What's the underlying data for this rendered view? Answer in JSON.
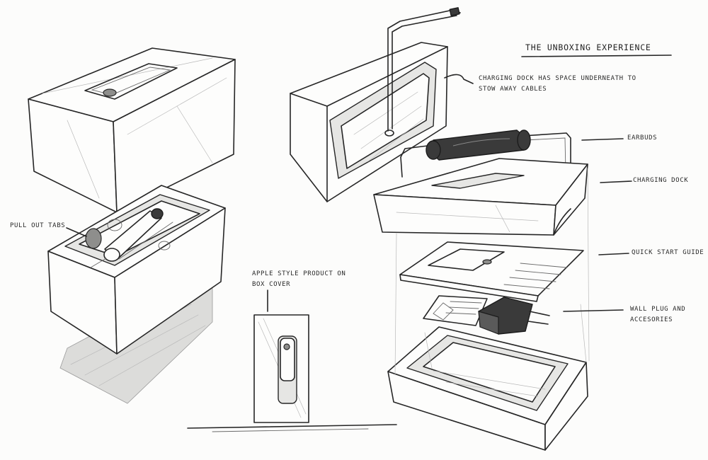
{
  "sheet": {
    "title": "The Unboxing Experience"
  },
  "labels": {
    "pull_out_tabs": "Pull out tabs",
    "charging_dock_space_line1": "Charging dock has space underneath to",
    "charging_dock_space_line2": "stow away cables",
    "earbuds": "Earbuds",
    "charging_dock": "Charging dock",
    "quick_start_guide": "Quick start guide",
    "wall_plug_line1": "Wall plug and",
    "wall_plug_line2": "accesories",
    "apple_style_line1": "Apple style product on",
    "apple_style_line2": "box cover"
  },
  "colors": {
    "paper": "#fcfcfb",
    "pencil": "#262626",
    "shading": "#3a3a3a"
  }
}
